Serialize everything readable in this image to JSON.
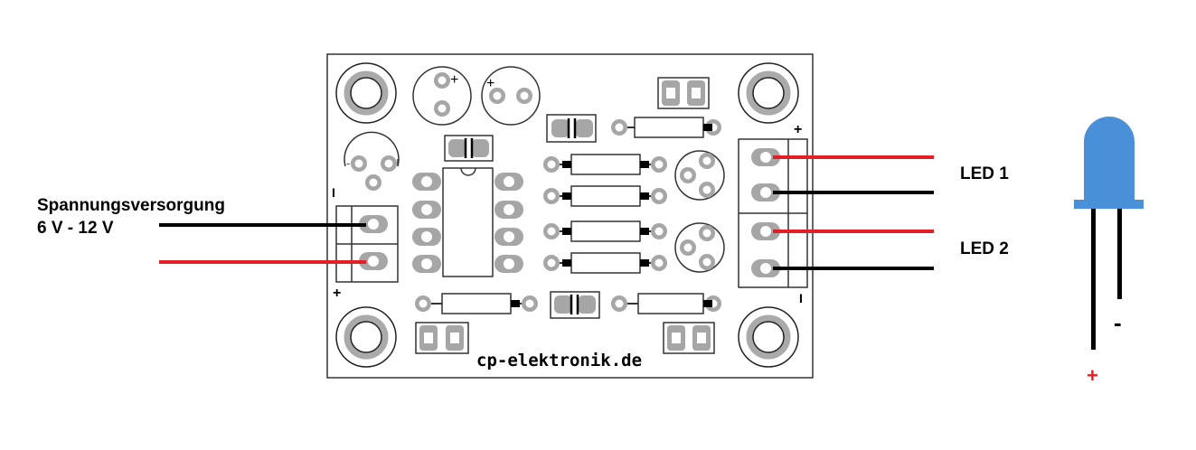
{
  "labels": {
    "supply_line1": "Spannungsversorgung",
    "supply_line2": "6 V - 12 V",
    "led1": "LED 1",
    "led2": "LED 2",
    "brand": "cp-elektronik.de",
    "supply_plus": "+",
    "supply_minus": "I",
    "out_plus": "+",
    "out_minus": "I",
    "led_plus": "+",
    "led_minus": "-"
  },
  "colors": {
    "positive_wire": "#e31e24",
    "negative_wire": "#000000",
    "pad": "#a6a6a6",
    "led_body": "#4a90d9"
  }
}
